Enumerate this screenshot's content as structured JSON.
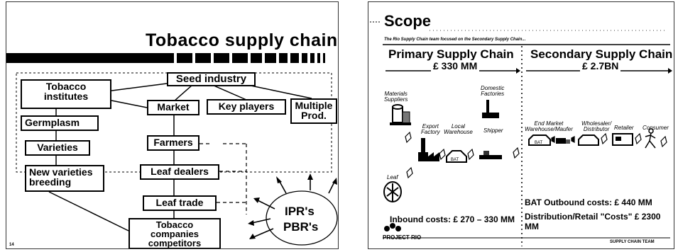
{
  "left_slide": {
    "title": "Tobacco supply chain",
    "page_number": "14",
    "nodes": {
      "seed_industry": "Seed industry",
      "tobacco_institutes_line1": "Tobacco",
      "tobacco_institutes_line2": "institutes",
      "market": "Market",
      "key_players": "Key players",
      "multiple_prod_line1": "Multiple",
      "multiple_prod_line2": "Prod.",
      "germplasm": "Germplasm",
      "varieties": "Varieties",
      "new_varieties_line1": "New varieties",
      "new_varieties_line2": "breeding",
      "farmers": "Farmers",
      "leaf_dealers": "Leaf dealers",
      "leaf_trade": "Leaf trade",
      "tobacco_companies_line1": "Tobacco",
      "tobacco_companies_line2": "companies",
      "tobacco_companies_line3": "competitors",
      "ipr": "IPR's",
      "pbr": "PBR's"
    }
  },
  "right_slide": {
    "title": "Scope",
    "subtitle": "The Rio Supply Chain team focused on the Secondary Supply Chain...",
    "primary": {
      "heading": "Primary Supply Chain",
      "amount": "£ 330 MM"
    },
    "secondary": {
      "heading": "Secondary Supply Chain",
      "amount": "£ 2.7BN"
    },
    "stages": {
      "materials_suppliers_line1": "Materials",
      "materials_suppliers_line2": "Suppliers",
      "export_factory_line1": "Export",
      "export_factory_line2": "Factory",
      "local_warehouse_line1": "Local",
      "local_warehouse_line2": "Warehouse",
      "domestic_factories_line1": "Domestic",
      "domestic_factories_line2": "Factories",
      "shipper": "Shipper",
      "leaf": "Leaf",
      "end_market_line1": "End Market",
      "end_market_line2": "Warehouse/Maufer",
      "wholesaler_line1": "Wholesaler/",
      "wholesaler_line2": "Distributor",
      "retailer": "Retailer",
      "consumer": "Consumer"
    },
    "costs": {
      "inbound": "Inbound costs: £ 270 – 330 MM",
      "outbound": "BAT Outbound costs: £ 440 MM",
      "distribution": "Distribution/Retail \"Costs\" £ 2300 MM"
    },
    "footer": {
      "brand": "PROJECT RIO",
      "team": "SUPPLY CHAIN TEAM"
    }
  }
}
